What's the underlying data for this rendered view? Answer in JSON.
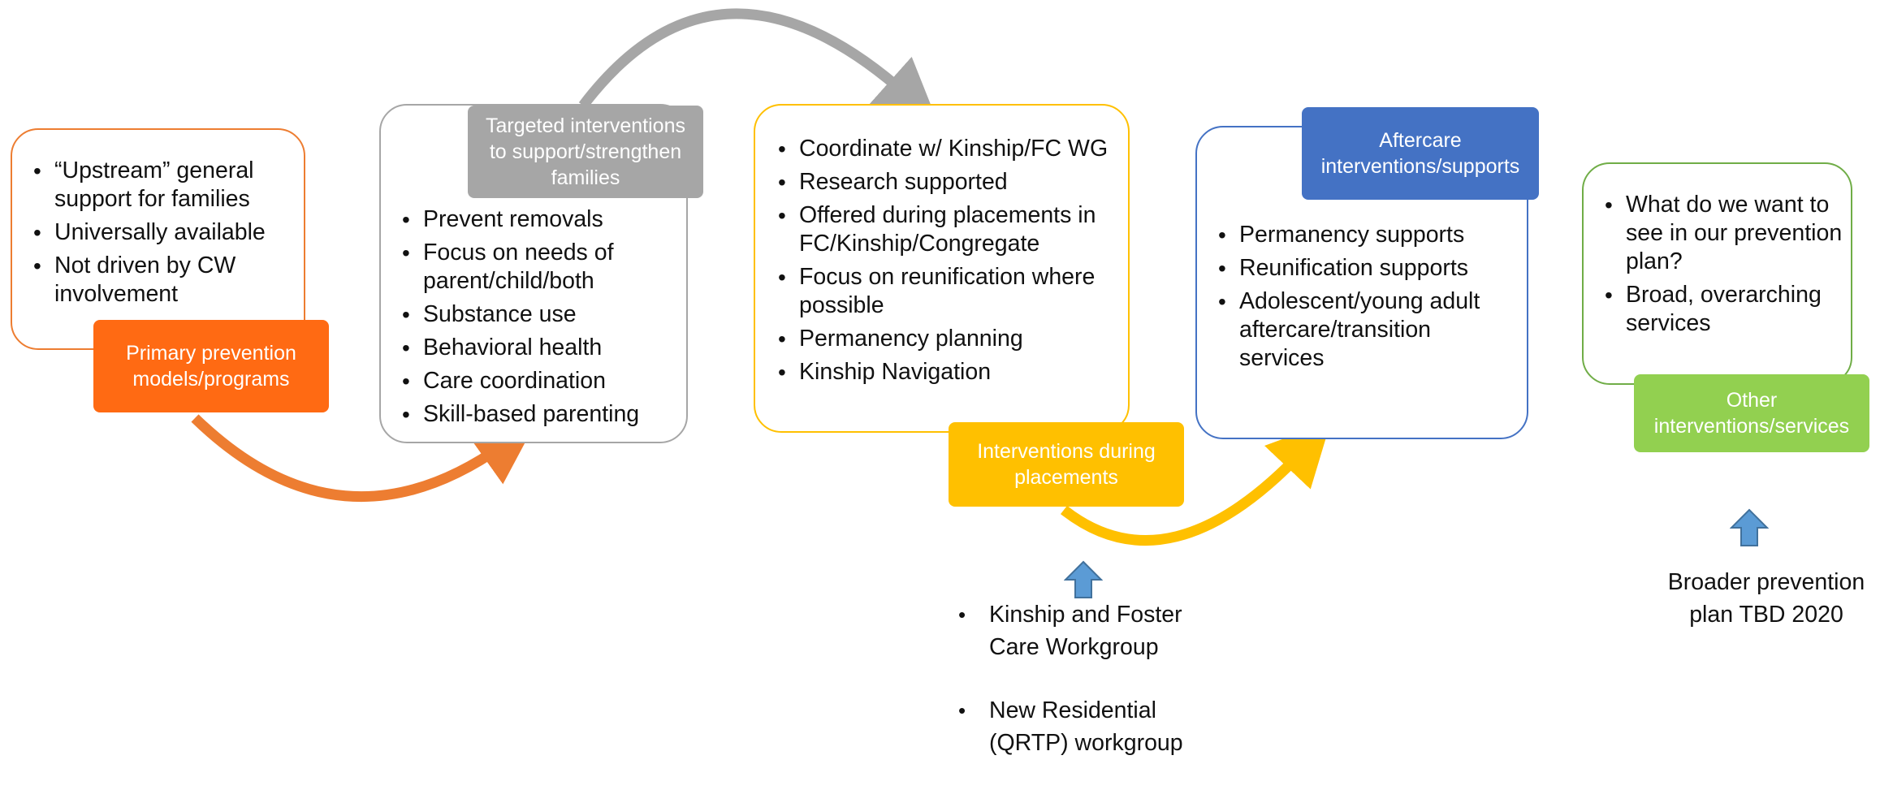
{
  "stages": {
    "primary": {
      "bullets": [
        "“Upstream” general support for families",
        "Universally available",
        "Not driven by CW involvement"
      ],
      "label": "Primary prevention models/programs"
    },
    "targeted": {
      "bullets": [
        "Prevent removals",
        "Focus on needs of parent/child/both",
        "Substance use",
        "Behavioral health",
        "Care coordination",
        "Skill-based parenting"
      ],
      "label": "Targeted interventions to support/strengthen families"
    },
    "placements": {
      "bullets": [
        "Coordinate w/ Kinship/FC WG",
        "Research supported",
        "Offered during placements in FC/Kinship/Congregate",
        "Focus on reunification where possible",
        "Permanency planning",
        "Kinship Navigation"
      ],
      "label": "Interventions during placements"
    },
    "aftercare": {
      "bullets": [
        "Permanency supports",
        "Reunification supports",
        "Adolescent/young adult aftercare/transition services"
      ],
      "label": "Aftercare interventions/supports"
    },
    "other": {
      "bullets": [
        "What do we want to see in our prevention plan?",
        "Broad, overarching services"
      ],
      "label": "Other interventions/services"
    }
  },
  "workgroups": {
    "items": [
      "Kinship and Foster Care Workgroup",
      "New Residential (QRTP)  workgroup"
    ]
  },
  "broader_plan": "Broader prevention plan TBD 2020",
  "colors": {
    "orange_border": "#ED7D31",
    "orange_fill": "#FF6A13",
    "gray_border": "#A6A6A6",
    "gray_fill": "#A6A6A6",
    "yellow": "#FFC000",
    "blue": "#4472C4",
    "green_border": "#70AD47",
    "green_fill": "#92D050",
    "arrow_blue": "#5B9BD5"
  }
}
